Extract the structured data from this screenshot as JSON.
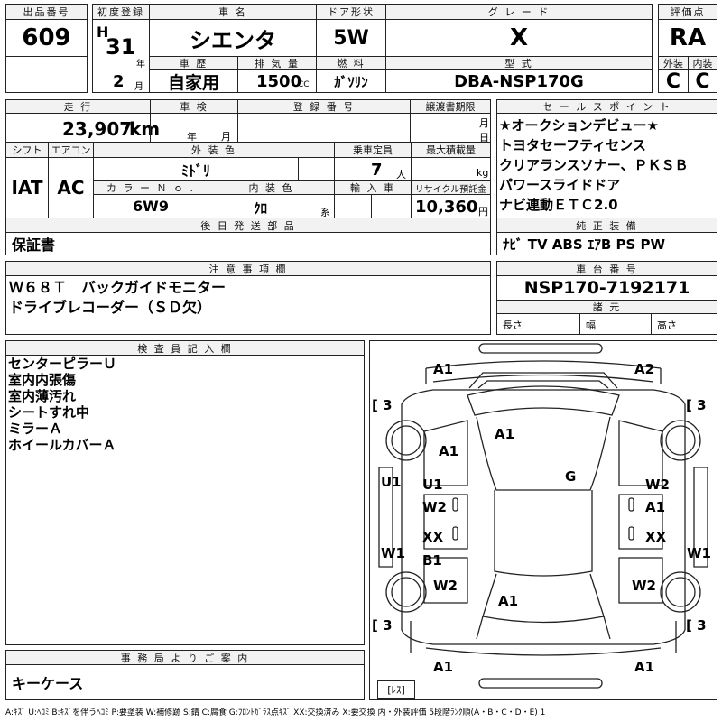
{
  "header": {
    "lot_label": "出品番号",
    "lot_value": "609",
    "first_reg_label": "初度登録",
    "era": "H",
    "year": "31",
    "year_unit": "年",
    "month": "2",
    "month_unit": "月",
    "carname_label": "車 名",
    "carname_value": "シエンタ",
    "door_label": "ドア形状",
    "door_value": "5W",
    "grade_label": "グ レ ー ド",
    "grade_value": "X",
    "score_label": "評価点",
    "score_value": "RA",
    "history_label": "車 歴",
    "history_value": "自家用",
    "cc_label": "排 気 量",
    "cc_value": "1500",
    "cc_unit": "CC",
    "fuel_label": "燃 料",
    "fuel_value": "ｶﾞｿﾘﾝ",
    "model_label": "型 式",
    "model_value": "DBA-NSP170G",
    "ext_label": "外装",
    "ext_value": "C",
    "int_label": "内装",
    "int_value": "C"
  },
  "row2": {
    "mileage_label": "走 行",
    "mileage_value": "23,907",
    "mileage_unit": "km",
    "inspect_label": "車 検",
    "inspect_year_unit": "年",
    "inspect_month_unit": "月",
    "regno_label": "登 録 番 号",
    "transfer_label": "譲渡書期限",
    "transfer_month_unit": "月",
    "transfer_day_unit": "日"
  },
  "sales_points": {
    "label": "セ ー ル ス ポ イ ン ト",
    "items": [
      "★オークションデビュー★",
      "トヨタセーフティセンス",
      "クリアランスソナー、ＰＫＳＢ",
      "パワースライドドア",
      "ナビ連動ＥＴＣ2.0"
    ]
  },
  "row3": {
    "shift_label": "シフト",
    "shift_value": "IAT",
    "ac_label": "エアコン",
    "ac_value": "AC",
    "color_label": "外 装 色",
    "color_value": "ﾐﾄﾞﾘ",
    "capacity_label": "乗車定員",
    "capacity_value": "7",
    "capacity_unit": "人",
    "load_label": "最大積載量",
    "load_unit": "kg",
    "colorno_label": "カ ラ ー Ｎ ｏ .",
    "colorno_value": "6W9",
    "intcolor_label": "内 装 色",
    "intcolor_value": "ｸﾛ",
    "intcolor_unit": "系",
    "import_label": "輸 入 車",
    "recycle_label": "リサイクル預託金",
    "recycle_value": "10,360",
    "recycle_unit": "円"
  },
  "later_parts": {
    "label": "後 日 発 送 部 品",
    "value": "保証書"
  },
  "genuine": {
    "label": "純 正 装 備",
    "value": "ﾅﾋﾞ TV ABS ｴｱB PS PW"
  },
  "notes": {
    "label": "注 意 事 項 欄",
    "lines": [
      "Ｗ６８Ｔ　バックガイドモニター",
      "ドライブレコーダー（ＳＤ欠）"
    ]
  },
  "chassis": {
    "label": "車 台 番 号",
    "value": "NSP170-7192171",
    "spec_label": "諸 元",
    "length_label": "長さ",
    "width_label": "幅",
    "height_label": "高さ"
  },
  "inspector": {
    "label": "検 査 員 記 入 欄",
    "lines": [
      "センターピラーＵ",
      "室内内張傷",
      "室内薄汚れ",
      "シートすれ中",
      "ミラーＡ",
      "ホイールカバーＡ"
    ]
  },
  "office": {
    "label": "事 務 局 よ り ご 案 内",
    "value": "キーケース"
  },
  "diagram": {
    "marks": [
      "A1",
      "A2",
      "A1",
      "A1",
      "G",
      "U1",
      "U1",
      "W2",
      "W2",
      "A1",
      "XX",
      "XX",
      "B1",
      "W1",
      "W1",
      "W2",
      "W2",
      "A1",
      "A1",
      "A1"
    ],
    "brackets": [
      "[ 3",
      "[ 3",
      "[ 3",
      "[ 3"
    ],
    "tire_label": "[ﾚｽ]"
  },
  "legend": "A:ｷｽﾞ  U:ﾍｺﾐ B:ｷｽﾞを伴うﾍｺﾐ P:要塗装 W:補修跡 S:錆 C:腐食 G:ﾌﾛﾝﾄｶﾞﾗｽ点ｷｽﾞ XX:交換済み X:要交換  内・外装評価  5段階ﾗﾝｸ順(A・B・C・D・E) 1"
}
